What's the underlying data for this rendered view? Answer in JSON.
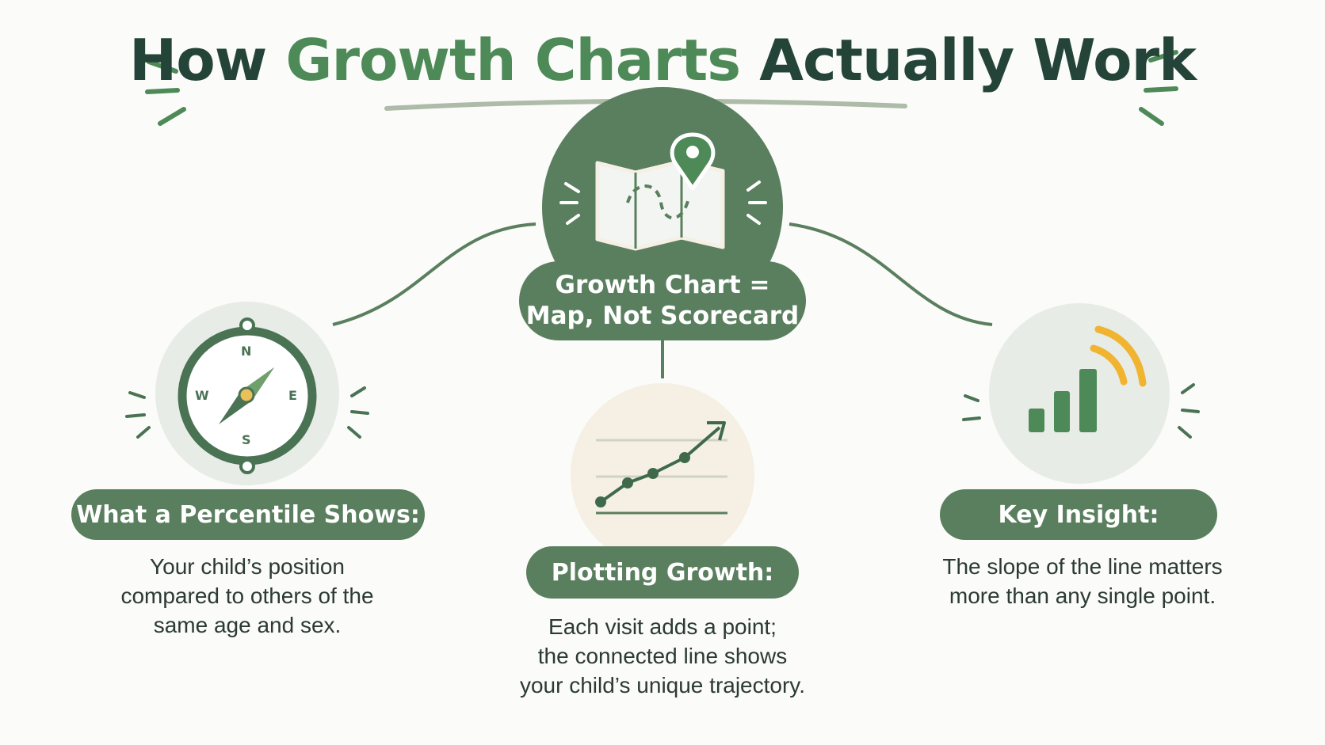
{
  "title": {
    "part1": "How ",
    "part2": "Growth Charts",
    "part3": " Actually Work"
  },
  "center": {
    "line1": "Growth Chart =",
    "line2": "Map, Not Scorecard",
    "icon": "map-pin-icon"
  },
  "left": {
    "heading": "What a Percentile Shows:",
    "text1": "Your child’s position",
    "text2": "compared to others of the",
    "text3": "same age and sex.",
    "icon": "compass-icon",
    "compass": {
      "n": "N",
      "e": "E",
      "s": "S",
      "w": "W"
    }
  },
  "middle": {
    "heading": "Plotting Growth:",
    "text1": "Each visit adds a point;",
    "text2": "the connected line shows",
    "text3": "your child’s unique trajectory.",
    "icon": "trend-line-icon"
  },
  "right": {
    "heading": "Key Insight:",
    "text1": "The slope of the line matters",
    "text2": "more than any single point.",
    "icon": "bar-signal-icon"
  },
  "colors": {
    "dark_green": "#5a7f5e",
    "title_dark": "#24443a",
    "title_green": "#4e8a58",
    "accent_yellow": "#f0b431",
    "circle_light": "#e8ece6",
    "circle_cream": "#f5efe4"
  }
}
